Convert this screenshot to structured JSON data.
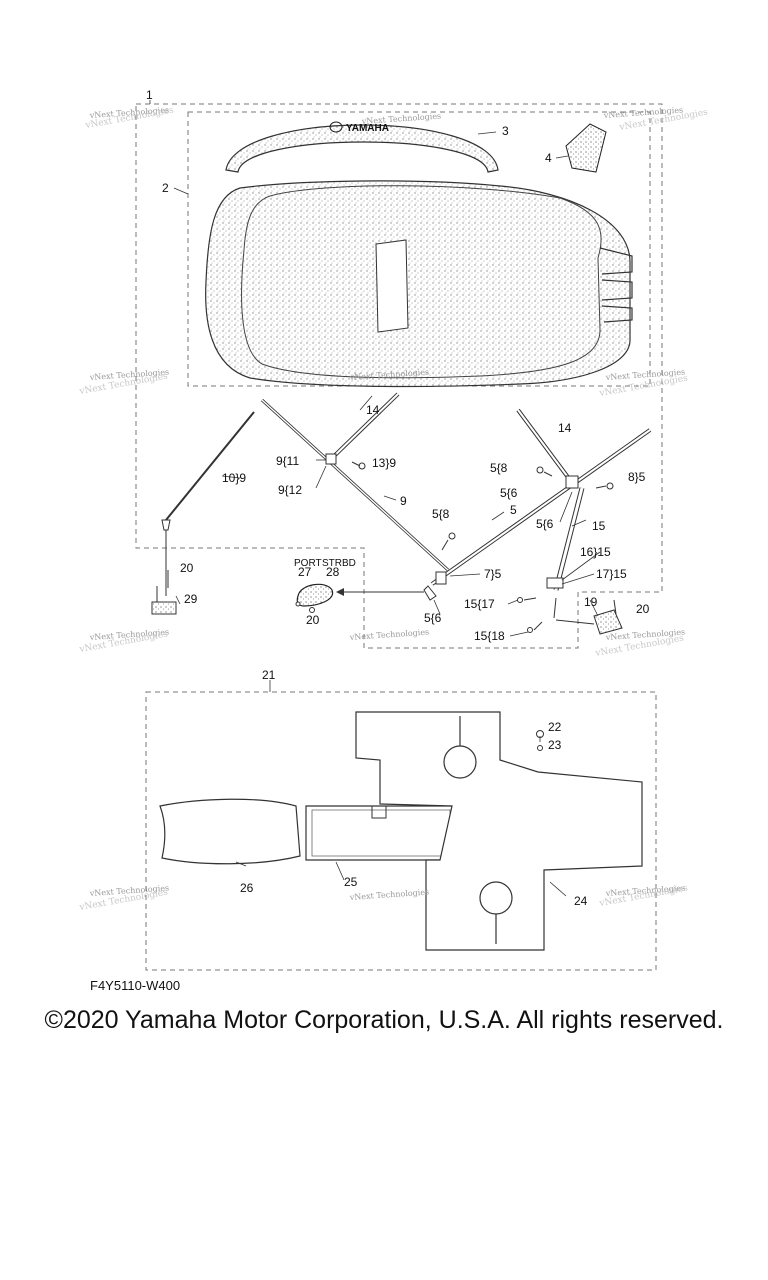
{
  "diagram": {
    "callouts": {
      "c1": "1",
      "c2": "2",
      "c3": "3",
      "c4": "4",
      "c10_9": "10}9",
      "c14a": "14",
      "c9_11": "9{11",
      "c13_9": "13}9",
      "c9_12": "9{12",
      "c9": "9",
      "c5_8a": "5{8",
      "c5": "5",
      "c7_5": "7}5",
      "c5_6a": "5{6",
      "c14b": "14",
      "c5_8b": "5{8",
      "c8_5": "8}5",
      "c5_6b": "5{6",
      "c5_6c": "5{6",
      "c15": "15",
      "c16_15": "16}15",
      "c17_15": "17}15",
      "c15_17": "15{17",
      "c15_18": "15{18",
      "c19": "19",
      "c20a": "20",
      "c20b": "20",
      "c20c": "20",
      "c29": "29",
      "port": "PORT",
      "strbd": "STRBD",
      "c27": "27",
      "c28": "28",
      "c21": "21",
      "c22": "22",
      "c23": "23",
      "c24": "24",
      "c25": "25",
      "c26": "26"
    },
    "watermark": "vNext Technologies",
    "logo_text": "YAMAHA",
    "figure_code": "F4Y5110-W400"
  },
  "copyright": "©2020 Yamaha Motor Corporation, U.S.A. All rights reserved."
}
